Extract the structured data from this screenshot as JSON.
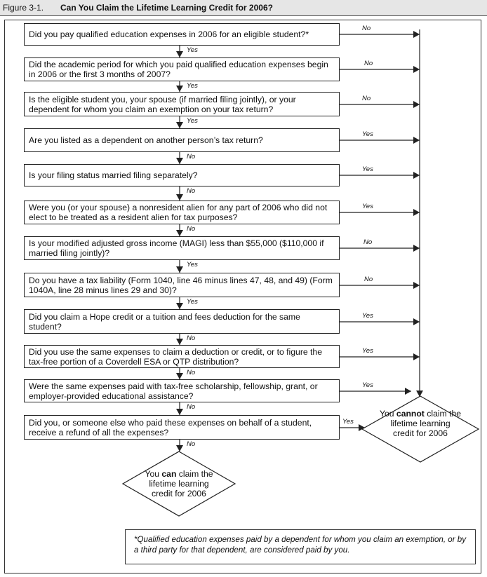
{
  "figure": {
    "label": "Figure 3-1.",
    "title": "Can You Claim the Lifetime Learning Credit for 2006?"
  },
  "questions": [
    {
      "text": "Did you pay qualified education expenses in 2006 for an eligible student?*",
      "side_label": "No",
      "down_label": "Yes"
    },
    {
      "text": "Did the academic period for which you paid qualified education expenses begin in 2006 or the first 3 months of 2007?",
      "side_label": "No",
      "down_label": "Yes"
    },
    {
      "text": "Is the eligible student you, your spouse (if married filing jointly), or your dependent for whom you claim an exemption on your tax return?",
      "side_label": "No",
      "down_label": "Yes"
    },
    {
      "text": "Are you listed as a dependent on another person’s tax return?",
      "side_label": "Yes",
      "down_label": "No"
    },
    {
      "text": "Is your filing status married filing separately?",
      "side_label": "Yes",
      "down_label": "No"
    },
    {
      "text": "Were you (or your spouse) a nonresident alien for any part of 2006 who did not elect to be treated as a resident alien for tax purposes?",
      "side_label": "Yes",
      "down_label": "No"
    },
    {
      "text": "Is your modified adjusted gross income (MAGI) less than $55,000 ($110,000 if married filing jointly)?",
      "side_label": "No",
      "down_label": "Yes"
    },
    {
      "text": "Do you have a tax liability (Form 1040, line 46 minus lines 47, 48, and 49) (Form 1040A, line 28 minus lines 29 and 30)?",
      "side_label": "No",
      "down_label": "Yes"
    },
    {
      "text": "Did you claim a Hope credit or a tuition and fees deduction for the same student?",
      "side_label": "Yes",
      "down_label": "No"
    },
    {
      "text": "Did you use the same expenses to claim a deduction or credit, or to figure the tax-free portion of a Coverdell ESA or QTP distribution?",
      "side_label": "Yes",
      "down_label": "No"
    },
    {
      "text": "Were the same expenses paid with tax-free scholarship, fellowship, grant, or employer-provided educational assistance?",
      "side_label": "Yes",
      "down_label": "No"
    },
    {
      "text": "Did you, or someone else who paid these expenses on behalf of a student, receive a refund of all the expenses?",
      "side_label": "Yes",
      "down_label": "No"
    }
  ],
  "outcome_cannot": {
    "pre": "You ",
    "emph": "cannot",
    "post": " claim the lifetime learning credit for 2006"
  },
  "outcome_can": {
    "pre": "You ",
    "emph": "can",
    "post": " claim the lifetime learning credit for 2006"
  },
  "footnote": "*Qualified education expenses paid by a dependent for whom you claim an exemption, or by a third party for that dependent, are considered paid by you."
}
